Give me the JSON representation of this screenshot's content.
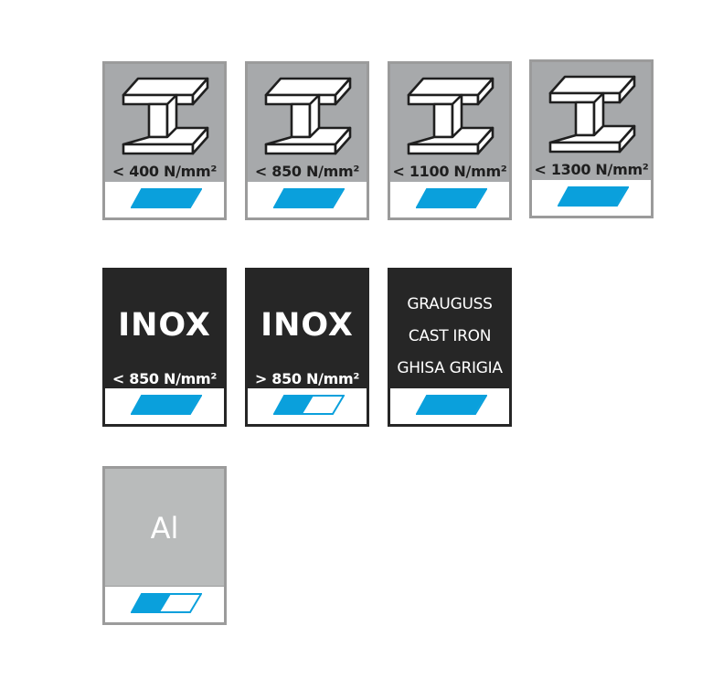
{
  "tiles": [
    {
      "id": "steel-400",
      "kind": "steel",
      "label": "< 400 N/mm²",
      "icon": "i-beam-icon",
      "fill": 1.0
    },
    {
      "id": "steel-850",
      "kind": "steel",
      "label": "< 850 N/mm²",
      "icon": "i-beam-icon",
      "fill": 1.0
    },
    {
      "id": "steel-1100",
      "kind": "steel",
      "label": "< 1100 N/mm²",
      "icon": "i-beam-icon",
      "fill": 1.0
    },
    {
      "id": "steel-1300",
      "kind": "steel",
      "label": "< 1300 N/mm²",
      "icon": "i-beam-icon",
      "fill": 1.0
    },
    {
      "id": "inox-lt850",
      "kind": "dark",
      "title": "INOX",
      "label": "< 850 N/mm²",
      "fill": 1.0
    },
    {
      "id": "inox-gt850",
      "kind": "dark",
      "title": "INOX",
      "label": "> 850 N/mm²",
      "fill": 0.5
    },
    {
      "id": "cast-iron",
      "kind": "dark",
      "lines": [
        "GRAUGUSS",
        "CAST IRON",
        "GHISA GRIGIA"
      ],
      "fill": 1.0
    },
    {
      "id": "aluminium",
      "kind": "alu",
      "title": "Al",
      "fill": 0.5
    }
  ],
  "colors": {
    "accent": "#0aa0dc",
    "steel_bg": "#a7a9ab",
    "dark_bg": "#262626",
    "alu_bg": "#b9bbbb",
    "tile_border": "#9b9b9b"
  }
}
